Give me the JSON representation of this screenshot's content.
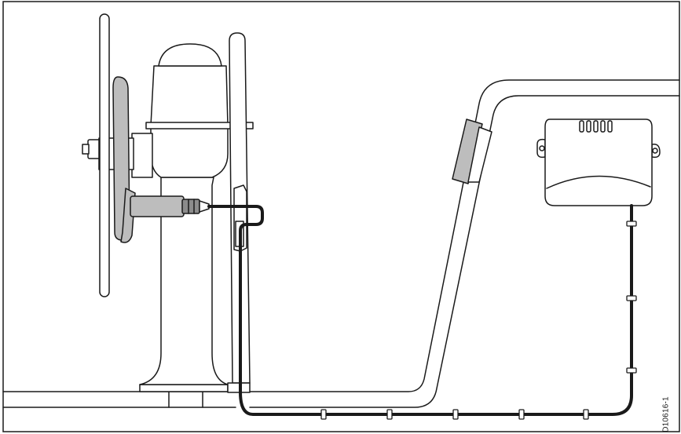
{
  "figure": {
    "reference_code": "D10616-1"
  },
  "components": [
    {
      "id": "steering-wheel",
      "icon": "steering-wheel-icon"
    },
    {
      "id": "autopilot-binnacle",
      "icon": "binnacle-icon"
    },
    {
      "id": "drive-unit",
      "icon": "drive-unit-icon"
    },
    {
      "id": "control-unit",
      "icon": "control-unit-icon"
    },
    {
      "id": "bulkhead-display",
      "icon": "display-icon"
    },
    {
      "id": "cable",
      "icon": "cable-icon"
    }
  ]
}
